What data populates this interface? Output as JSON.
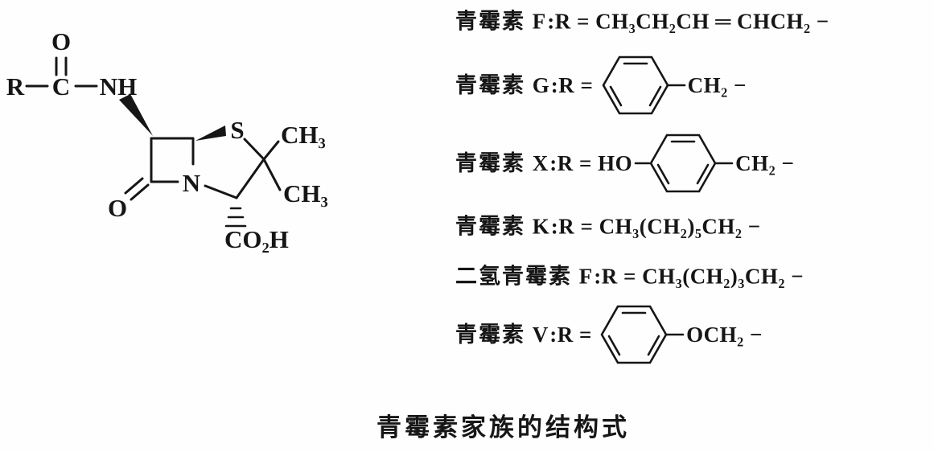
{
  "palette": {
    "ink": "#161616",
    "paper": "#fefefe"
  },
  "core_structure": {
    "r_group": "R",
    "carbonyl_c": "C",
    "carbonyl_o": "O",
    "amide_nh": "NH",
    "sulfur": "S",
    "ring_n": "N",
    "lactam_o": "O",
    "methyl_upper": "CH₃",
    "methyl_lower": "CH₃",
    "carboxyl": "CO₂H"
  },
  "variants": [
    {
      "name": "青霉素 F",
      "pre": ":R = CH₃CH₂CH ═ CHCH₂ −",
      "post": ""
    },
    {
      "name": "青霉素 G",
      "pre": ":R = ",
      "post": "CH₂ −"
    },
    {
      "name": "青霉素 X",
      "pre": ":R = HO",
      "post": "CH₂ −"
    },
    {
      "name": "青霉素 K",
      "pre": ":R = CH₃(CH₂)₅CH₂ −",
      "post": ""
    },
    {
      "name": "二氢青霉素 F",
      "pre": ":R = CH₃(CH₂)₃CH₂ −",
      "post": ""
    },
    {
      "name": "青霉素 V",
      "pre": ":R = ",
      "post": "OCH₂ −"
    }
  ],
  "caption": "青霉素家族的结构式"
}
